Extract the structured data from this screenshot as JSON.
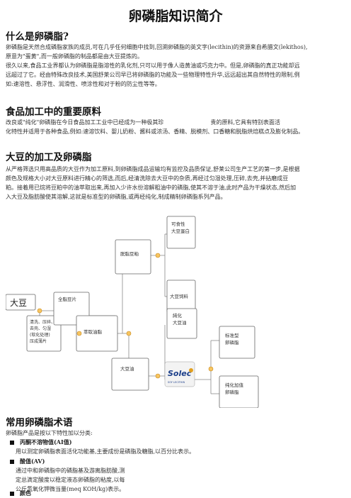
{
  "title": "卵磷脂知识简介",
  "sections": {
    "s1": {
      "heading": "什么是卵磷脂?",
      "lines": [
        "卵磷脂是天然合成磷脂家族的成员,可在几乎任何细胞中找到,回溯卵磷脂的英文字(lecithin)的资源来自希腊文(lekithos),",
        "原意为\"蛋黄\",而一般卵磷脂的制品都是由大豆提炼的。",
        "很久以来,食品工业界都认为卵磷脂是脂溶性的乳化剂,只可以用于像人造黄油或巧克力中。但是,卵磷脂的真正功能却远",
        "远超过了它。经由特殊改良技术,美国舒莱公司早已将卵磷脂的功能及一些物理特性升华,远远超出其自然特性的限制,例",
        "如:速溶性、悬浮性、润滑性、喷涂性和对于粉的防尘性等等。"
      ]
    },
    "s2": {
      "heading": "食品加工中的重要原料",
      "lines": [
        "改良或\"纯化\"卵磷脂在今日食品加工工业中已经成为一种极其珍                          贵的原料,它具有特别表面活",
        "化特性并适用于各种食品,例如:速溶饮料、婴儿奶粉、酱料或浓汤、香精、脱模剂、口香糖和脱脂烘焙糕点及膨化制品。"
      ]
    },
    "s3": {
      "heading": "大豆的加工及卵磷脂",
      "lines": [
        "从严格筛选只用高品质的大豆作为加工原料,到卵磷脂成品运输均有监控及品质保证,舒莱公司生产工艺的第一步,是根据",
        "颜色及规格大小对大豆原料进行精心的筛选,而后,经清洗除去大豆中的杂质,再经过匀湿处理,压碎,去壳,并拈磨成豆",
        "粕。接着用已烷将豆粕中的油萃取出来,再加入少许水份溶解粗油中的磷脂,使其不溶于油,此时产品为干燥状态,然后加",
        "入大豆及脂肪酸使其溶解,这就是标准型的卵磷脂,或再经纯化,制成精制卵磷脂系列产品。"
      ]
    },
    "s4": {
      "heading": "常用卵磷脂术语",
      "intro": "卵磷脂产品是按以下特性加以分类:",
      "items": [
        {
          "label": "丙酮不溶物值(AI值)",
          "desc": [
            "用以测定卵磷脂表面活化功能基,主要成份是磷脂及糖脂,以百分比表示。"
          ]
        },
        {
          "label": "酸值(AV)",
          "desc": [
            "通过中和卵磷脂中的磷脂基及游离脂肪酸,测",
            "定总滴定酸度以稳定液态卵磷脂的粘度,以每",
            "公斤氢氧化钾微当量(meq KOH/kg)表示。"
          ]
        },
        {
          "label": "颜色",
          "desc": []
        }
      ]
    }
  },
  "diagram": {
    "nodes": {
      "soy": "大豆",
      "process": [
        "清洗、压碎、",
        "去壳、匀湿",
        "(软化处理)",
        "压成薄片"
      ],
      "full_fat": "全脂豆片",
      "defat": "脱脂豆粕",
      "edible": [
        "可食性",
        "大豆蛋白"
      ],
      "feed": "大豆饲料",
      "extract": "萃取油脂",
      "crude_oil": "大豆油",
      "refined": [
        "純化",
        "大豆油"
      ],
      "standard": [
        "标准型",
        "卵磷脂"
      ],
      "purified": [
        "纯化加值",
        "卵磷脂"
      ],
      "logo_text": "Solec",
      "logo_sub": "SOY LECITHIN"
    }
  }
}
